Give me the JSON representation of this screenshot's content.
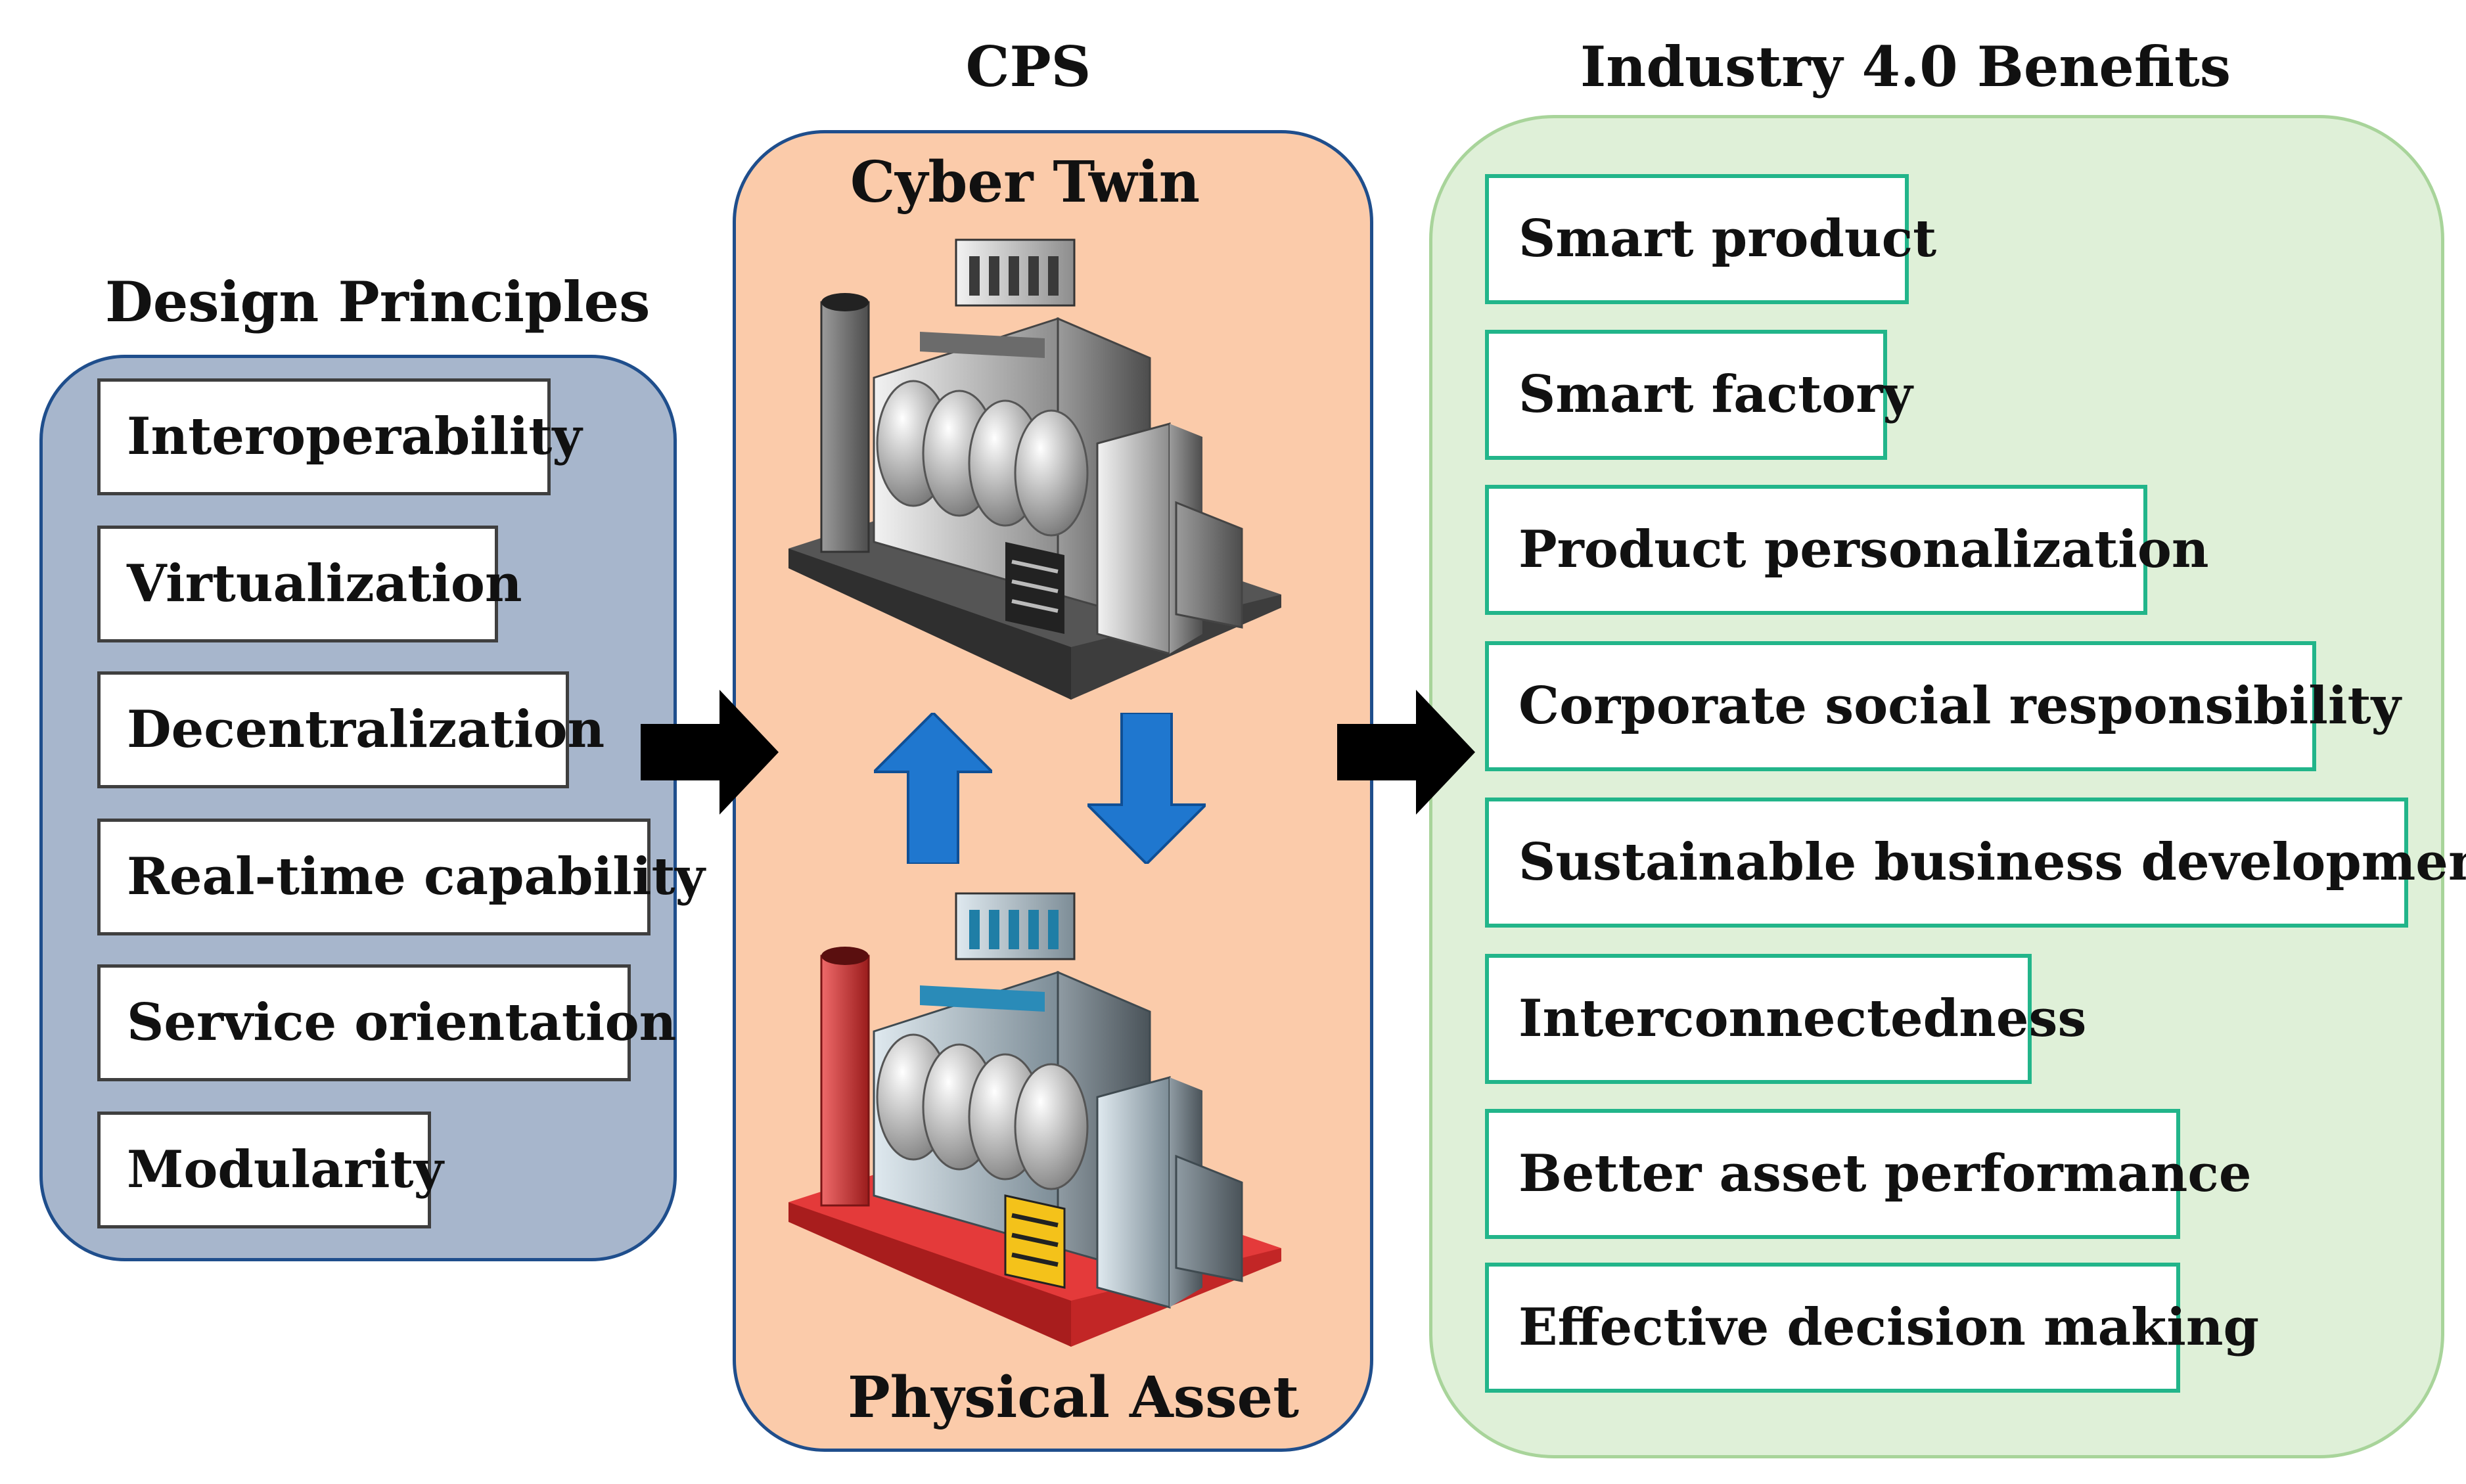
{
  "headings": {
    "design_principles": "Design Principles",
    "cps": "CPS",
    "benefits": "Industry 4.0 Benefits"
  },
  "cps": {
    "cyber_twin": "Cyber Twin",
    "physical_asset": "Physical Asset"
  },
  "design_principles": [
    "Interoperability",
    "Virtualization",
    "Decentralization",
    "Real-time capability",
    "Service orientation",
    "Modularity"
  ],
  "benefits": [
    "Smart product",
    "Smart factory",
    "Product personalization",
    "Corporate social responsibility",
    "Sustainable business development",
    "Interconnectedness",
    "Better asset performance",
    "Effective decision making"
  ],
  "colors": {
    "design_panel": "#a7b6cc",
    "cps_panel": "#fbcbaa",
    "benefits_panel": "#dff0d8",
    "benefit_border": "#22b58a",
    "sync_arrows": "#1f77cf",
    "flow_arrows": "#000000"
  },
  "icons": {
    "cyber_twin": "factory-building-icon",
    "physical_asset": "factory-building-icon"
  }
}
